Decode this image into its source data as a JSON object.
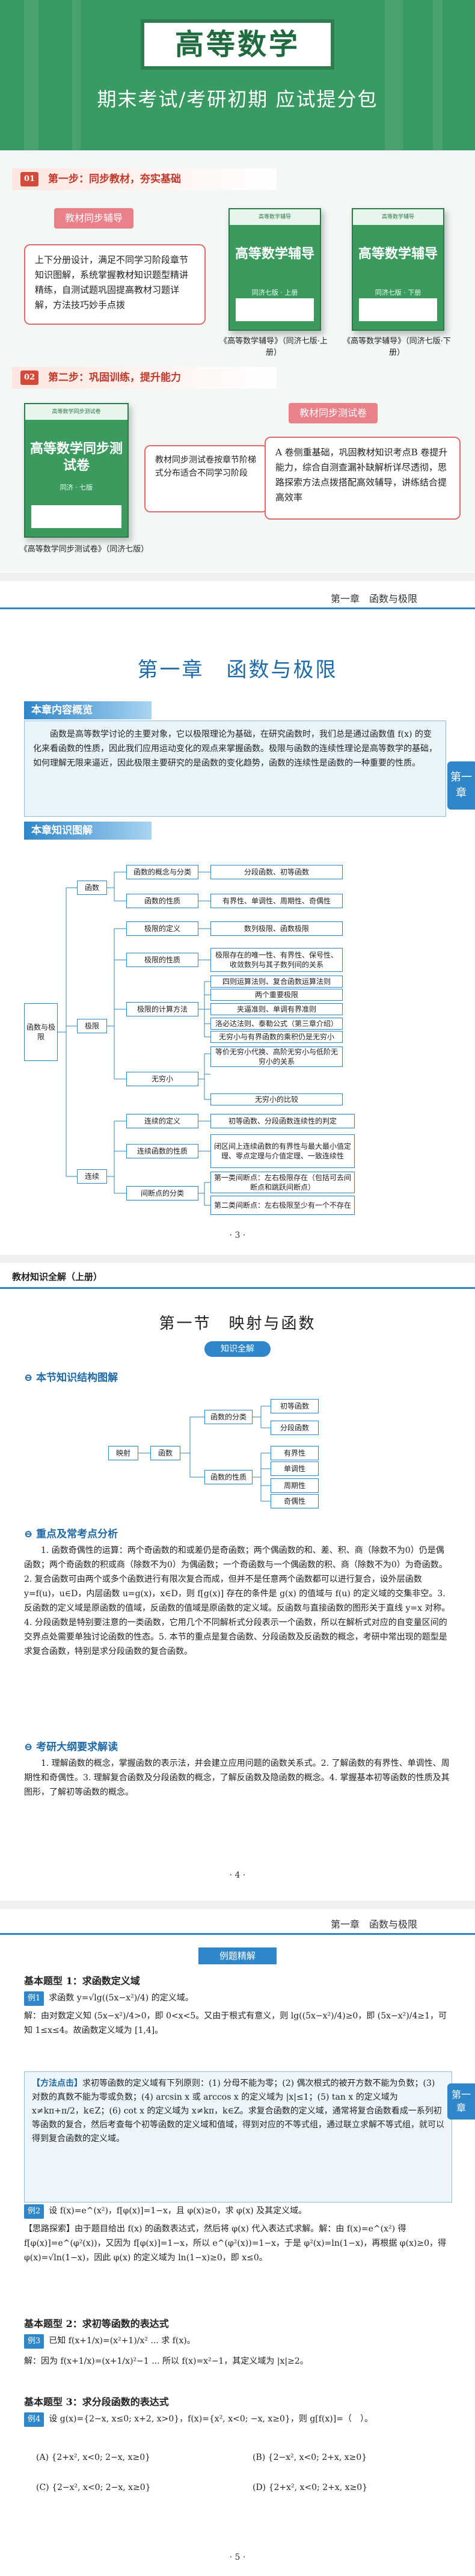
{
  "hero": {
    "title": "高等数学",
    "subtitle": "期末考试/考研初期    应试提分包"
  },
  "promo": {
    "step1": {
      "num": "01",
      "label": "第一步：同步教材，夯实基础"
    },
    "step2": {
      "num": "02",
      "label": "第二步：巩固训练，提升能力"
    },
    "tag_guide": "教材同步辅导",
    "tag_test": "教材同步测试卷",
    "guide_desc": "上下分册设计，满足不同学习阶段章节知识图解，系统掌握教材知识题型精讲精练，自测试题巩固提高教材习题详解，方法技巧妙手点拨",
    "test_desc": "教材同步测试卷按章节阶梯式分布适合不同学习阶段",
    "test_points": "A 卷侧重基础，巩固教材知识考点B 卷提升能力，综合自测查漏补缺解析详尽透彻，思路探索方法点拨搭配高效辅导，讲练结合提高效率",
    "book1": {
      "top": "高等数学辅导",
      "title": "高等数学辅导",
      "sub": "同济七版 · 上册"
    },
    "book2": {
      "top": "高等数学辅导",
      "title": "高等数学辅导",
      "sub": "同济七版 · 下册"
    },
    "book3": {
      "top": "高等数学同步测试卷",
      "title": "高等数学同步测试卷",
      "sub": "同济 · 七版"
    },
    "caption1": "《高等数学辅导》（同济七版·上册）",
    "caption2": "《高等数学辅导》（同济七版·下册）",
    "caption3": "《高等数学同步测试卷》（同济七版）"
  },
  "page3": {
    "header": "第一章　函数与极限",
    "chapter_title": "第一章　函数与极限",
    "overview_label": "本章内容概览",
    "overview_text": "函数是高等数学讨论的主要对象，它以极限理论为基础，在研究函数时，我们总是通过函数值 f(x) 的变化来看函数的性质，因此我们应用运动变化的观点来掌握函数。极限与函数的连续性理论是高等数学的基础，如何理解无限来逼近，因此极限主要研究的是函数的变化趋势，函数的连续性是函数的一种重要的性质。",
    "map_label": "本章知识图解",
    "side_tab": "第一章",
    "root": "函数与极限",
    "branch_func": "函数",
    "branch_limit": "极限",
    "branch_cont": "连续",
    "func_nodes": [
      "函数的概念与分类",
      "函数的性质"
    ],
    "func_leaves": [
      "分段函数、初等函数",
      "有界性、单调性、周期性、奇偶性"
    ],
    "limit_nodes": [
      "极限的定义",
      "极限的性质",
      "极限的计算方法",
      "无穷小"
    ],
    "limit_leaves": [
      "数列极限、函数极限",
      "极限存在的唯一性、有界性、保号性、收敛数列与其子数列间的关系",
      "四则运算法则、复合函数运算法则",
      "两个重要极限",
      "夹逼准则、单调有界准则",
      "洛必达法则、泰勒公式（第三章介绍）",
      "无穷小与有界函数的乘积仍是无穷小",
      "等价无穷小代换、高阶无穷小与低阶无穷小的关系",
      "无穷小的比较"
    ],
    "cont_nodes": [
      "连续的定义",
      "连续函数的性质",
      "间断点的分类"
    ],
    "cont_leaves": [
      "初等函数、分段函数连续性的判定",
      "闭区间上连续函数的有界性与最大最小值定理、零点定理与介值定理、一致连续性",
      "第一类间断点：左右极限存在（包括可去间断点和跳跃间断点）",
      "第二类间断点：左右极限至少有一个不存在"
    ],
    "page_num": "· 3 ·"
  },
  "page4": {
    "header_left": "教材知识全解（上册）",
    "section_title": "第一节　映射与函数",
    "knowledge_tag": "知识全解",
    "sub1": "本节知识结构图解",
    "map_root": [
      "映射",
      "函数"
    ],
    "map_mid": [
      "函数的分类",
      "函数的性质"
    ],
    "map_leaves_class": [
      "初等函数",
      "分段函数"
    ],
    "map_leaves_prop": [
      "有界性",
      "单调性",
      "周期性",
      "奇偶性"
    ],
    "sub2": "重点及常考点分析",
    "analysis": "1. 函数奇偶性的运算：两个奇函数的和或差仍是奇函数；两个偶函数的和、差、积、商（除数不为0）仍是偶函数；两个奇函数的积或商（除数不为0）为偶函数；一个奇函数与一个偶函数的积、商（除数不为0）为奇函数。2. 复合函数可由两个或多个函数进行有限次复合而成，但并不是任意两个函数都可以进行复合，设外层函数 y=f(u)，u∈D，内层函数 u=g(x)，x∈D，则 f[g(x)] 存在的条件是 g(x) 的值域与 f(u) 的定义域的交集非空。3. 反函数的定义域是原函数的值域，反函数的值域是原函数的定义域。反函数与直接函数的图形关于直线 y=x 对称。4. 分段函数是特别要注意的一类函数，它用几个不同解析式分段表示一个函数，所以在解析式对应的自变量区间的交界点处需要单独讨论函数的性态。5. 本节的重点是复合函数、分段函数及反函数的概念，考研中常出现的题型是求复合函数，特别是求分段函数的复合函数。",
    "sub3": "考研大纲要求解读",
    "req": "1. 理解函数的概念，掌握函数的表示法，并会建立应用问题的函数关系式。2. 了解函数的有界性、单调性、周期性和奇偶性。3. 理解复合函数及分段函数的概念，了解反函数及隐函数的概念。4. 掌握基本初等函数的性质及其图形，了解初等函数的概念。",
    "page_num": "· 4 ·"
  },
  "page5": {
    "header": "第一章　函数与极限",
    "examples_tag": "例题精解",
    "type1": "基本题型 1：求函数定义域",
    "ex1_label": "例1",
    "ex1": "求函数 y=√lg((5x−x²)/4) 的定义域。",
    "ex1_sol": "解：由对数定义知 (5x−x²)/4>0，即 0<x<5。又由于根式有意义，则 lg((5x−x²)/4)≥0，即 (5x−x²)/4≥1，可知 1≤x≤4。故函数定义域为 [1,4]。",
    "method_label": "【方法点击】",
    "method": "求初等函数的定义域有下列原则：(1) 分母不能为零；(2) 偶次根式的被开方数不能为负数；(3) 对数的真数不能为零或负数；(4) arcsin x 或 arccos x 的定义域为 |x|≤1；(5) tan x 的定义域为 x≠kπ+π/2，k∈Z；(6) cot x 的定义域为 x≠kπ，k∈Z。求复合函数的定义域，通常将复合函数看成一系列初等函数的复合，然后考查每个初等函数的定义域和值域，得到对应的不等式组，通过联立求解不等式组，就可以得到复合函数的定义域。",
    "ex2_label": "例2",
    "ex2": "设 f(x)=e^(x²)，f[φ(x)]=1−x，且 φ(x)≥0，求 φ(x) 及其定义域。",
    "ex2_sol": "【思路探索】由于题目给出 f(x) 的函数表达式，然后将 φ(x) 代入表达式求解。解：由 f(x)=e^(x²) 得 f[φ(x)]=e^(φ²(x))，又因为 f[φ(x)]=1−x，所以 e^(φ²(x))=1−x，于是 φ²(x)=ln(1−x)，再根据 φ(x)≥0，得 φ(x)=√ln(1−x)，因此 φ(x) 的定义域为 ln(1−x)≥0，即 x≤0。",
    "type2": "基本题型 2：求初等函数的表达式",
    "ex3_label": "例3",
    "ex3": "已知 f(x+1/x)=(x²+1)/x² ... 求 f(x)。",
    "ex3_sol": "解：因为 f(x+1/x)=(x+1/x)²−1 ... 所以 f(x)=x²−1，其定义域为 |x|≥2。",
    "type3": "基本题型 3：求分段函数的表达式",
    "ex4_label": "例4",
    "ex4": "设 g(x)={2−x, x≤0; x+2, x>0}，f(x)={x², x<0; −x, x≥0}，则 g[f(x)]=（　）。",
    "opt_a": "(A) {2+x², x<0; 2−x, x≥0}",
    "opt_b": "(B) {2−x², x<0; 2+x, x≥0}",
    "opt_c": "(C) {2−x², x<0; 2−x, x≥0}",
    "opt_d": "(D) {2+x², x<0; 2+x, x≥0}",
    "page_num": "· 5 ·"
  },
  "colors": {
    "hero": "#3a9a63",
    "accent_blue": "#2f86c9",
    "accent_red": "#d44a3a"
  }
}
